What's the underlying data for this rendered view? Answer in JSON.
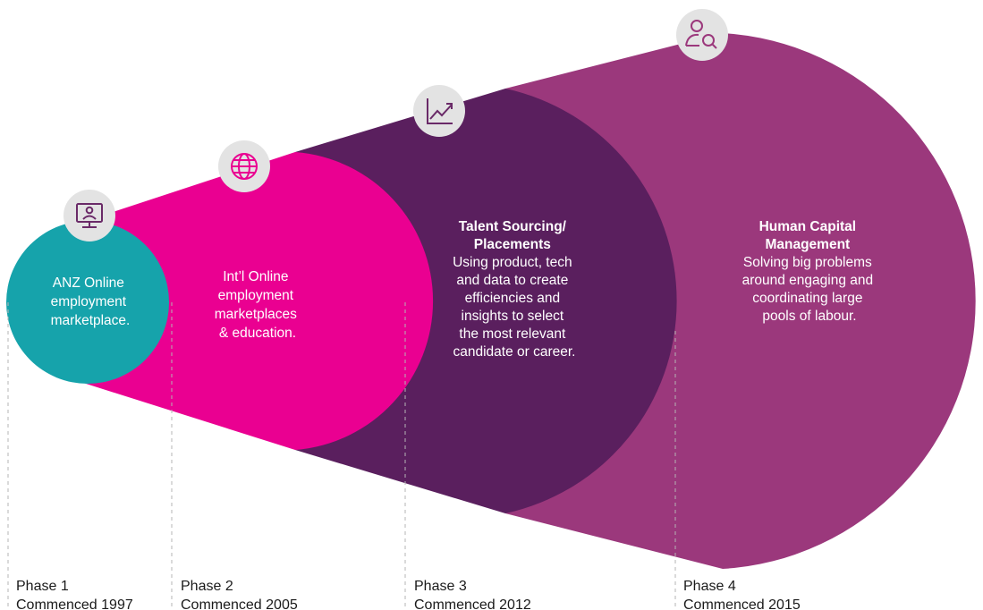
{
  "phases": [
    {
      "id": "phase-1",
      "icon": "monitor-person-icon",
      "color": "#16a3ab",
      "title": "",
      "description_lines": [
        "ANZ Online",
        "employment",
        "marketplace."
      ],
      "label": "Phase 1",
      "commenced": "Commenced 1997"
    },
    {
      "id": "phase-2",
      "icon": "globe-icon",
      "color": "#ea0091",
      "title": "",
      "description_lines": [
        "Int’l Online",
        "employment",
        "marketplaces",
        "& education."
      ],
      "label": "Phase 2",
      "commenced": "Commenced 2005"
    },
    {
      "id": "phase-3",
      "icon": "trend-chart-icon",
      "color": "#5a1f5e",
      "title_lines": [
        "Talent Sourcing/",
        "Placements"
      ],
      "description_lines": [
        "Using product, tech",
        "and data to create",
        "efficiencies and",
        "insights to select",
        "the most relevant",
        "candidate or career."
      ],
      "label": "Phase 3",
      "commenced": "Commenced 2012"
    },
    {
      "id": "phase-4",
      "icon": "person-search-icon",
      "color": "#9b387c",
      "title_lines": [
        "Human Capital",
        "Management"
      ],
      "description_lines": [
        "Solving big problems",
        "around engaging and",
        "coordinating large",
        "pools of labour."
      ],
      "label": "Phase 4",
      "commenced": "Commenced 2015"
    }
  ],
  "colors": {
    "icon_badge": "#e3e3e3",
    "icon_stroke": "#6a2a68",
    "guide_line": "#b5b5b5"
  }
}
